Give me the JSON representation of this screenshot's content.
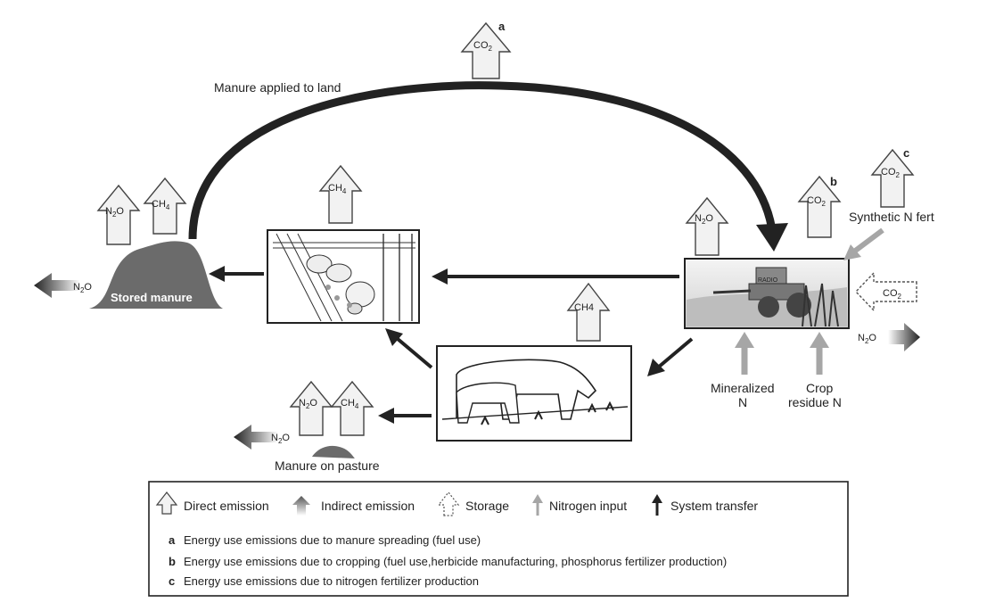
{
  "labels": {
    "manure_applied": "Manure applied to land",
    "stored_manure": "Stored manure",
    "synthetic_n_fert": "Synthetic N fert",
    "mineralized_n_line1": "Mineralized",
    "mineralized_n_line2": "N",
    "crop_residue_line1": "Crop",
    "crop_residue_line2": "residue N",
    "manure_on_pasture": "Manure on pasture",
    "tractor_badge": "RADIO"
  },
  "gases": {
    "co2_main": "CO",
    "co2_sub": "2",
    "ch4_main": "CH",
    "ch4_sub": "4",
    "n2o_main_n": "N",
    "n2o_sub": "2",
    "n2o_main_o": "O",
    "ch4_plain": "CH4"
  },
  "notes_letters": {
    "a": "a",
    "b": "b",
    "c": "c"
  },
  "legend": {
    "direct": "Direct emission",
    "indirect": "Indirect emission",
    "storage": "Storage",
    "nitrogen": "Nitrogen input",
    "transfer": "System transfer"
  },
  "footnotes": [
    {
      "letter": "a",
      "text": "Energy use emissions due to manure spreading (fuel use)"
    },
    {
      "letter": "b",
      "text": "Energy use emissions due to cropping (fuel use,herbicide manufacturing, phosphorus fertilizer production)"
    },
    {
      "letter": "c",
      "text": "Energy use emissions due to nitrogen fertilizer production"
    }
  ],
  "colors": {
    "arrow_dark": "#222222",
    "manure_pile": "#6b6b6b",
    "nitrogen_arrow": "#a6a6a6",
    "direct_fill": "#f2f2f2"
  }
}
